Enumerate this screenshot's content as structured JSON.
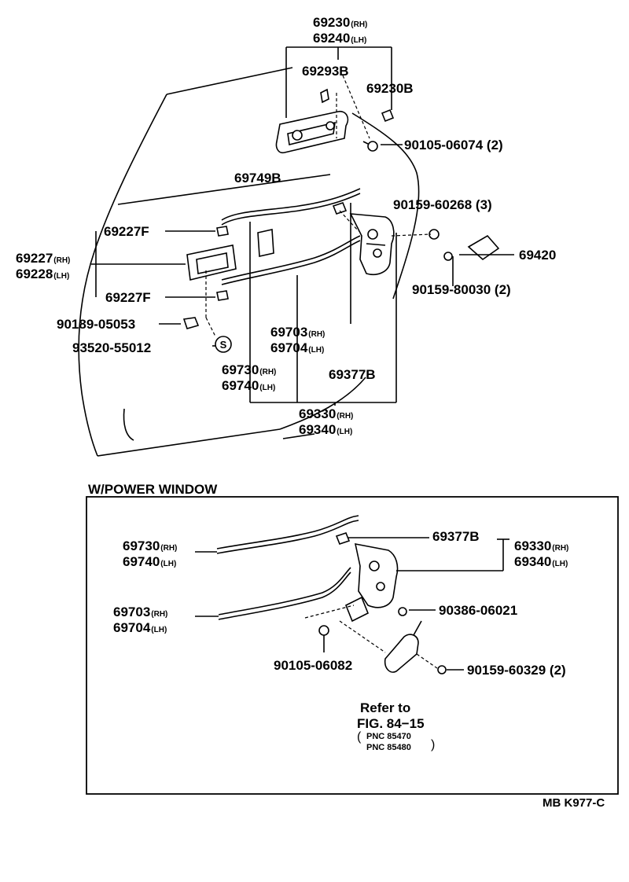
{
  "labels": {
    "outside_handle_rh": "69230",
    "outside_handle_rh_sfx": "(RH)",
    "outside_handle_lh": "69240",
    "outside_handle_lh_sfx": "(LH)",
    "p69293b": "69293B",
    "p69230b": "69230B",
    "screw_06074": "90105-06074 (2)",
    "p69749b": "69749B",
    "screw_60268": "90159-60268 (3)",
    "p69227f_top": "69227F",
    "inside_handle_rh": "69227",
    "inside_handle_rh_sfx": "(RH)",
    "inside_handle_lh": "69228",
    "inside_handle_lh_sfx": "(LH)",
    "p69420": "69420",
    "screw_80030": "90159-80030 (2)",
    "p69227f_bottom": "69227F",
    "screw_05053": "90189-05053",
    "p93520": "93520-55012",
    "s_mark": "S",
    "rod_rh_top": "69703",
    "rod_rh_top_sfx": "(RH)",
    "rod_lh_top": "69704",
    "rod_lh_top_sfx": "(LH)",
    "rod2_rh_top": "69730",
    "rod2_rh_top_sfx": "(RH)",
    "rod2_lh_top": "69740",
    "rod2_lh_top_sfx": "(LH)",
    "p69377b_top": "69377B",
    "lock_rh_top": "69330",
    "lock_rh_top_sfx": "(RH)",
    "lock_lh_top": "69340",
    "lock_lh_top_sfx": "(LH)"
  },
  "power_window": {
    "title": "W/POWER WINDOW",
    "rod2_rh": "69730",
    "rod2_rh_sfx": "(RH)",
    "rod2_lh": "69740",
    "rod2_lh_sfx": "(LH)",
    "p69377b": "69377B",
    "lock_rh": "69330",
    "lock_rh_sfx": "(RH)",
    "lock_lh": "69340",
    "lock_lh_sfx": "(LH)",
    "rod_rh": "69703",
    "rod_rh_sfx": "(RH)",
    "rod_lh": "69704",
    "rod_lh_sfx": "(LH)",
    "screw_06021": "90386-06021",
    "screw_06082": "90105-06082",
    "screw_60329": "90159-60329 (2)",
    "refer_line1": "Refer to",
    "refer_line2": "FIG. 84−15",
    "pnc1": "PNC 85470",
    "pnc2": "PNC 85480"
  },
  "figure_code": "MB K977-C"
}
